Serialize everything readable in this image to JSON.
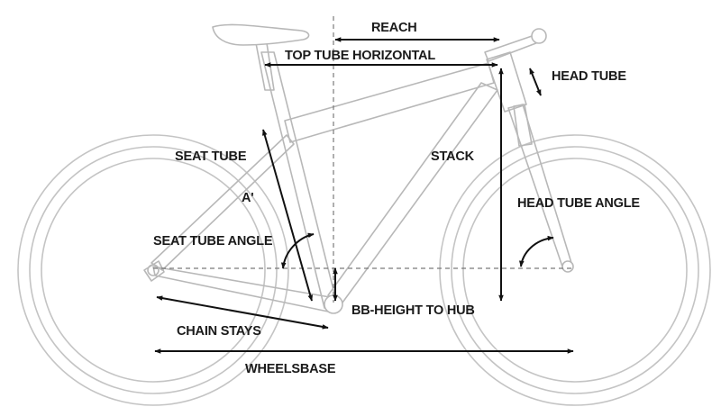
{
  "labels": {
    "reach": "REACH",
    "top_tube_horizontal": "TOP TUBE HORIZONTAL",
    "head_tube": "HEAD TUBE",
    "seat_tube": "SEAT TUBE",
    "stack": "STACK",
    "a_prime": "A'",
    "head_tube_angle": "HEAD TUBE ANGLE",
    "seat_tube_angle": "SEAT TUBE ANGLE",
    "bb_height_to_hub": "BB-HEIGHT TO HUB",
    "chain_stays": "CHAIN STAYS",
    "wheelsbase": "WHEELSBASE"
  },
  "colors": {
    "frame": "#b8b8b8",
    "measure": "#111111",
    "text": "#1a1a1a",
    "background": "#ffffff"
  }
}
